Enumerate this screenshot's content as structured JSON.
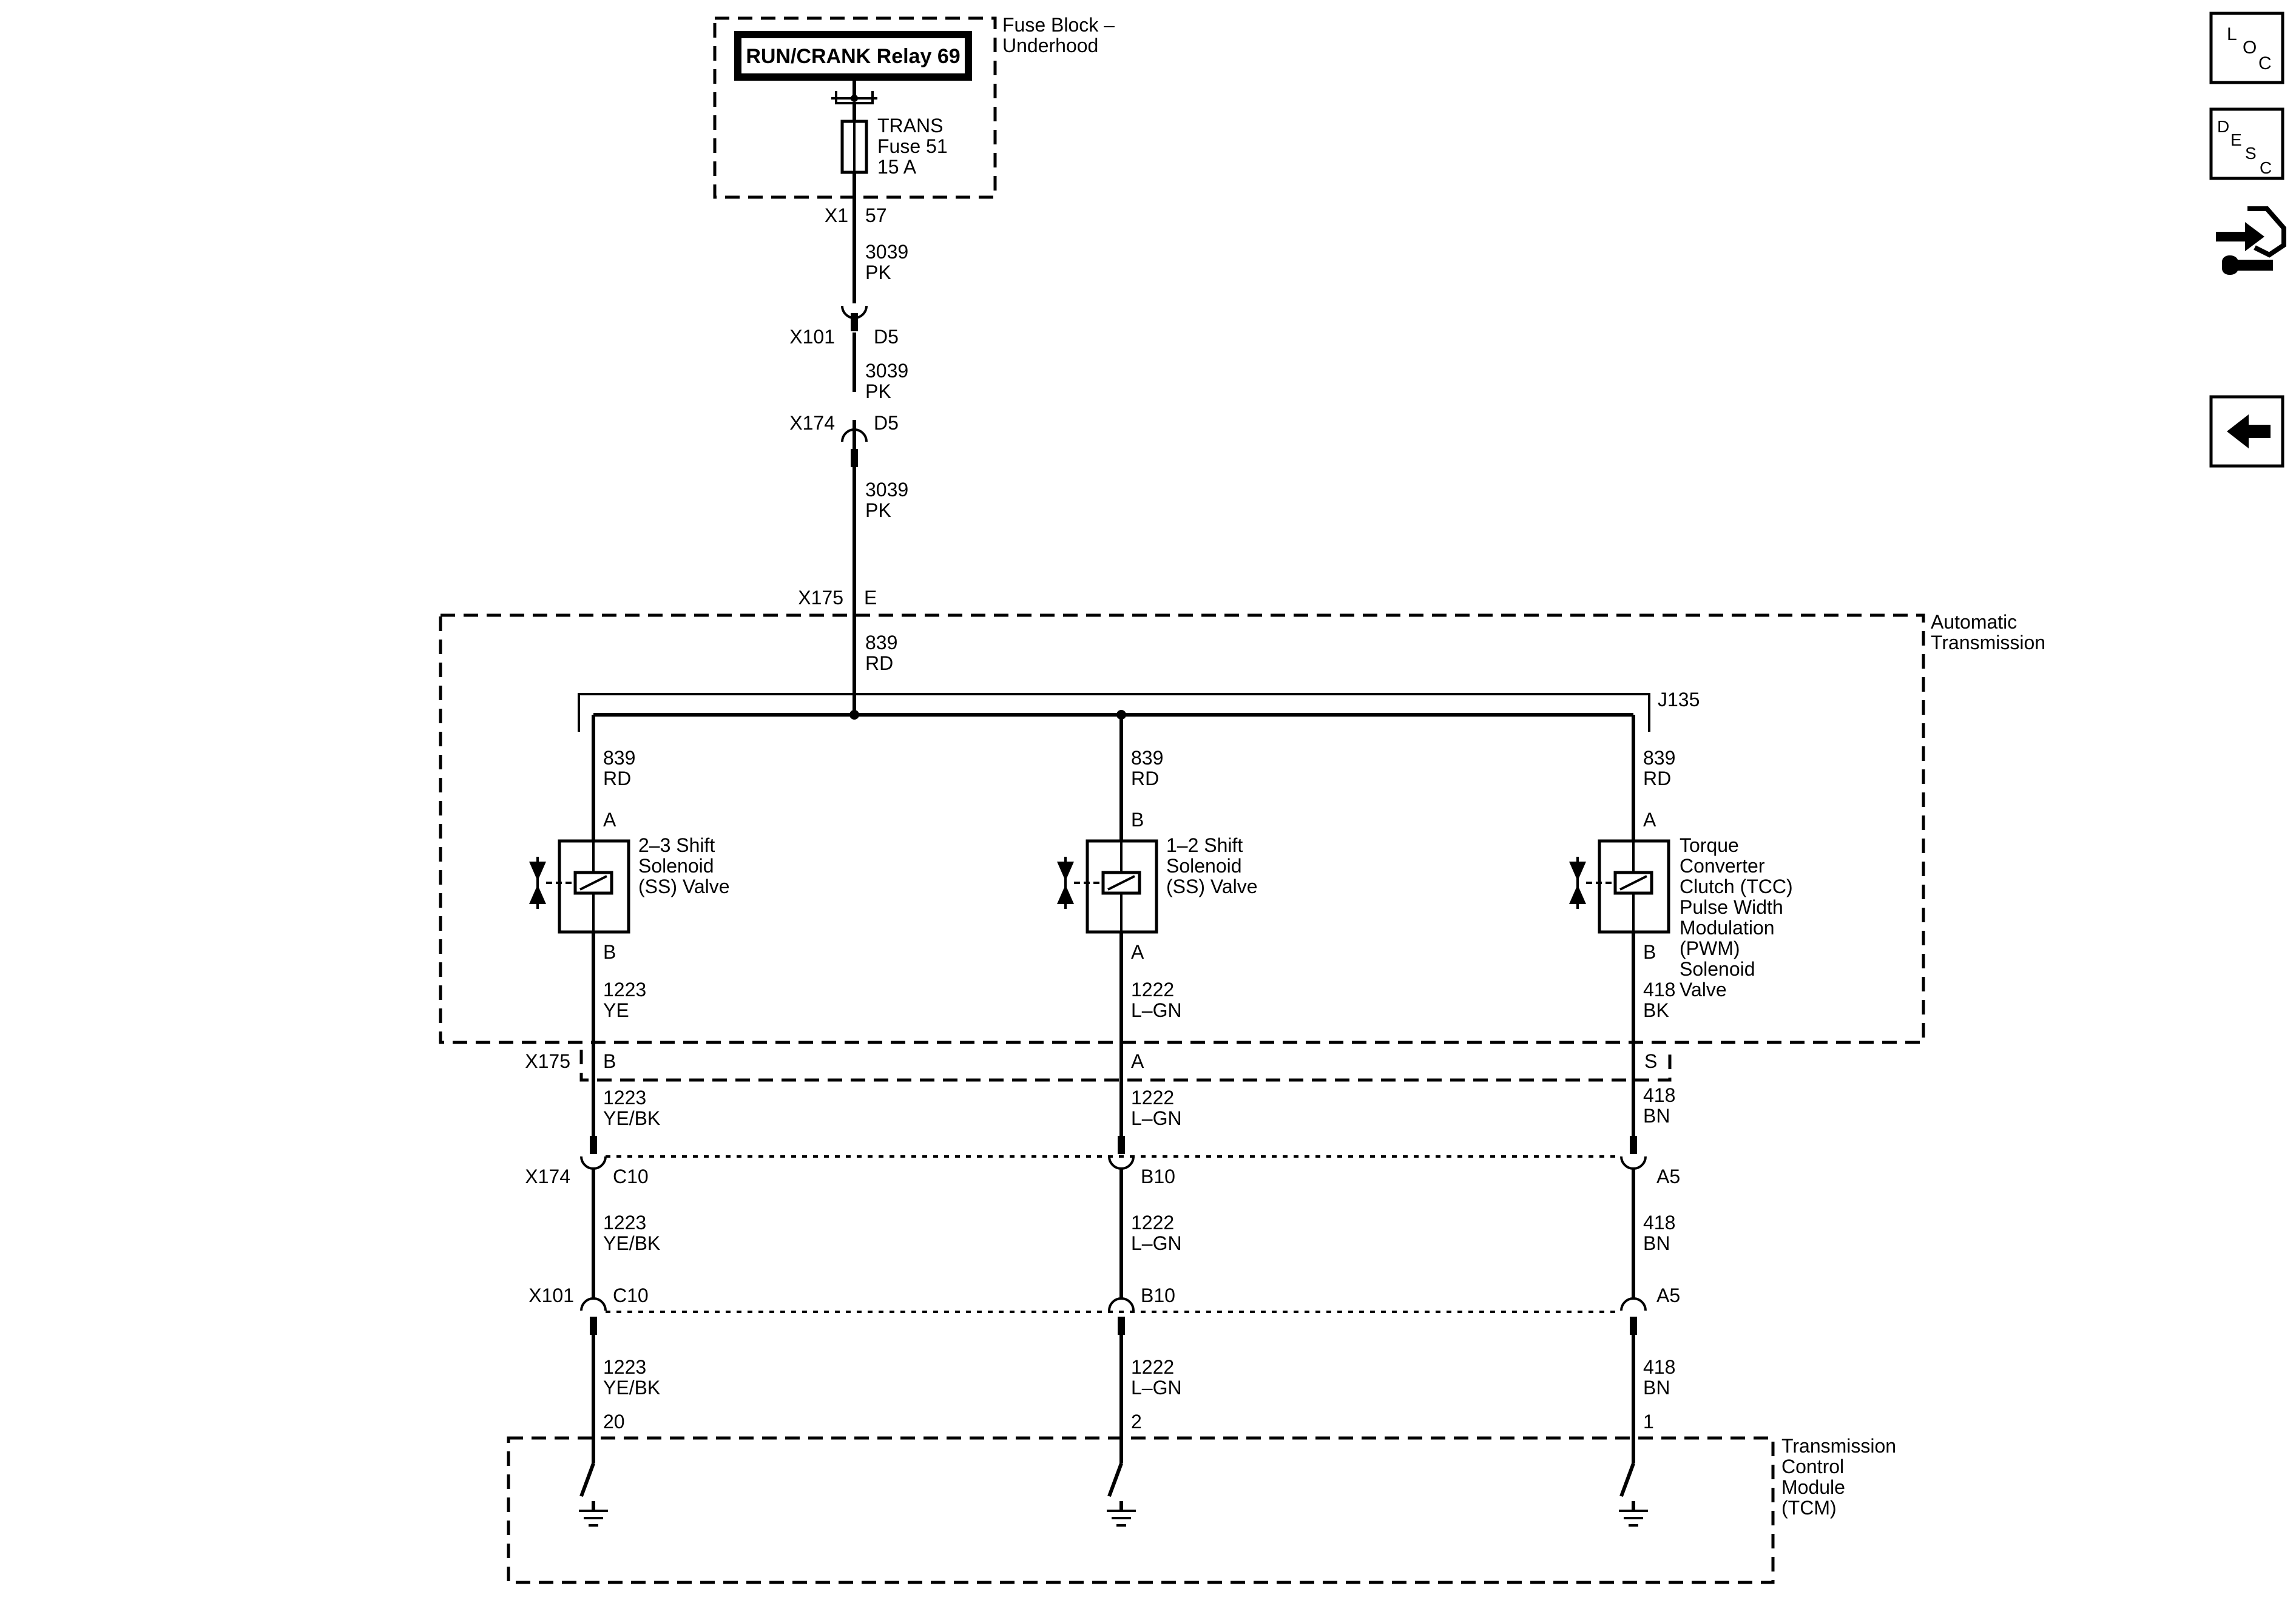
{
  "fuse_block": {
    "title_line1": "Fuse Block –",
    "title_line2": "Underhood",
    "relay_label": "RUN/CRANK Relay 69",
    "fuse_line1": "TRANS",
    "fuse_line2": "Fuse 51",
    "fuse_line3": "15 A",
    "connector": "X1",
    "pin": "57"
  },
  "feed_wires": [
    {
      "circuit": "3039",
      "color": "PK"
    },
    {
      "circuit": "3039",
      "color": "PK"
    },
    {
      "circuit": "3039",
      "color": "PK"
    },
    {
      "circuit": "839",
      "color": "RD"
    }
  ],
  "feed_connectors": [
    {
      "name": "X101",
      "pin": "D5"
    },
    {
      "name": "X174",
      "pin": "D5"
    },
    {
      "name": "X175",
      "pin": "E"
    }
  ],
  "automatic_transmission": {
    "title_line1": "Automatic",
    "title_line2": "Transmission",
    "splice": "J135"
  },
  "branches": [
    {
      "feed_circuit": "839",
      "feed_color": "RD",
      "pin_top": "A",
      "pin_bottom": "B",
      "solenoid_lines": [
        "2–3 Shift",
        "Solenoid",
        "(SS) Valve"
      ],
      "out_circuit": "1223",
      "out_color": "YE",
      "x175_pin": "B",
      "harness_circuit": "1223",
      "harness_color": "YE/BK",
      "x174_pin": "C10",
      "x101_pin": "C10",
      "tcm_circuit": "1223",
      "tcm_color": "YE/BK",
      "tcm_pin": "20"
    },
    {
      "feed_circuit": "839",
      "feed_color": "RD",
      "pin_top": "B",
      "pin_bottom": "A",
      "solenoid_lines": [
        "1–2 Shift",
        "Solenoid",
        "(SS) Valve"
      ],
      "out_circuit": "1222",
      "out_color": "L–GN",
      "x175_pin": "A",
      "harness_circuit": "1222",
      "harness_color": "L–GN",
      "x174_pin": "B10",
      "x101_pin": "B10",
      "tcm_circuit": "1222",
      "tcm_color": "L–GN",
      "tcm_pin": "2"
    },
    {
      "feed_circuit": "839",
      "feed_color": "RD",
      "pin_top": "A",
      "pin_bottom": "B",
      "solenoid_lines": [
        "Torque",
        "Converter",
        "Clutch (TCC)",
        "Pulse Width",
        "Modulation",
        "(PWM)",
        "Solenoid",
        "Valve"
      ],
      "out_circuit": "418",
      "out_color": "BK",
      "x175_pin": "S",
      "harness_circuit": "418",
      "harness_color": "BN",
      "x174_pin": "A5",
      "x101_pin": "A5",
      "tcm_circuit": "418",
      "tcm_color": "BN",
      "tcm_pin": "1"
    }
  ],
  "lower_connectors": {
    "x175": "X175",
    "x174": "X174",
    "x101": "X101"
  },
  "tcm": {
    "lines": [
      "Transmission",
      "Control",
      "Module",
      "(TCM)"
    ]
  },
  "nav": {
    "loc_letters": [
      "L",
      "O",
      "C"
    ],
    "desc_letters": [
      "D",
      "E",
      "S",
      "C"
    ]
  }
}
